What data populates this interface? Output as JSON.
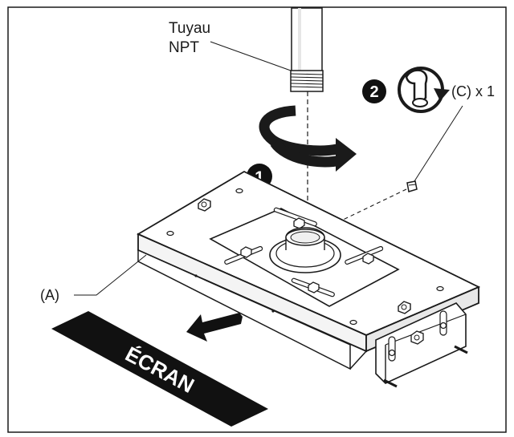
{
  "labels": {
    "pipe_line1": "Tuyau",
    "pipe_line2": "NPT",
    "screw": "(C) x 1",
    "plate": "(A)",
    "screen": "ÉCRAN"
  },
  "steps": [
    {
      "number": "1"
    },
    {
      "number": "2"
    }
  ],
  "colors": {
    "ink": "#1a1a1a",
    "paper": "#ffffff",
    "banner": "#111111",
    "banner_text": "#ffffff"
  },
  "icons": {
    "rotation": "curved-rotation-arrow-icon",
    "wrench": "wrench-tighten-icon",
    "direction": "screen-direction-arrow-icon"
  }
}
